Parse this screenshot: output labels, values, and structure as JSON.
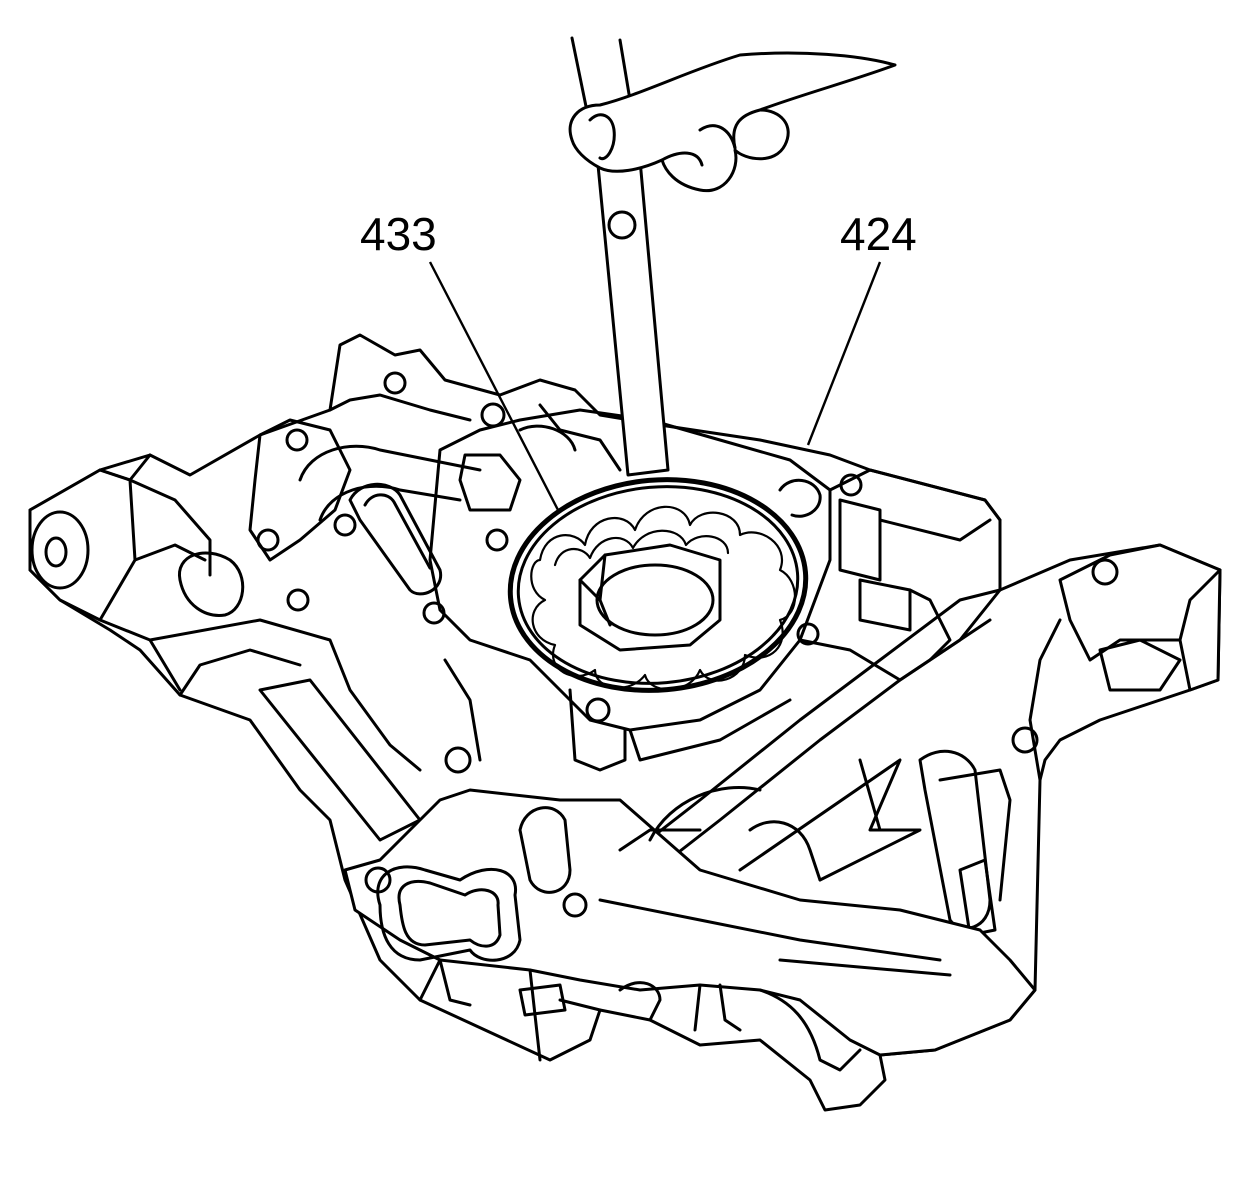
{
  "callouts": [
    {
      "id": "433",
      "label": "433"
    },
    {
      "id": "424",
      "label": "424"
    }
  ]
}
